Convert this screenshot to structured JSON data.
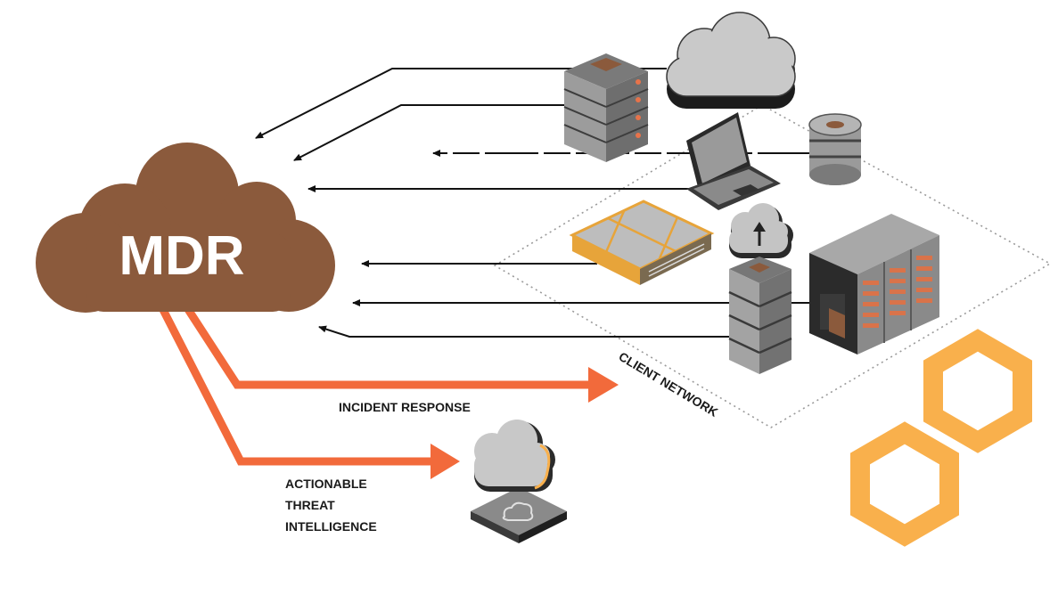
{
  "diagram": {
    "hub_label": "MDR",
    "network_label": "CLIENT NETWORK",
    "incident_label": "INCIDENT RESPONSE",
    "intel_label_lines": [
      "ACTIONABLE",
      "THREAT",
      "INTELLIGENCE"
    ]
  },
  "colors": {
    "hub": "#8B5A3C",
    "accent_arrow": "#F26A3B",
    "hexagon": "#F9B04C",
    "device_gray": "#8F8F8F",
    "device_orange": "#E7A43A"
  },
  "icons": [
    "cloud-icon",
    "server-rack-icon",
    "laptop-icon",
    "database-icon",
    "firewall-appliance-icon",
    "cloud-upload-icon",
    "server-stack-icon",
    "data-center-rack-icon",
    "cloud-platform-icon",
    "hexagon-decoration-icon"
  ]
}
